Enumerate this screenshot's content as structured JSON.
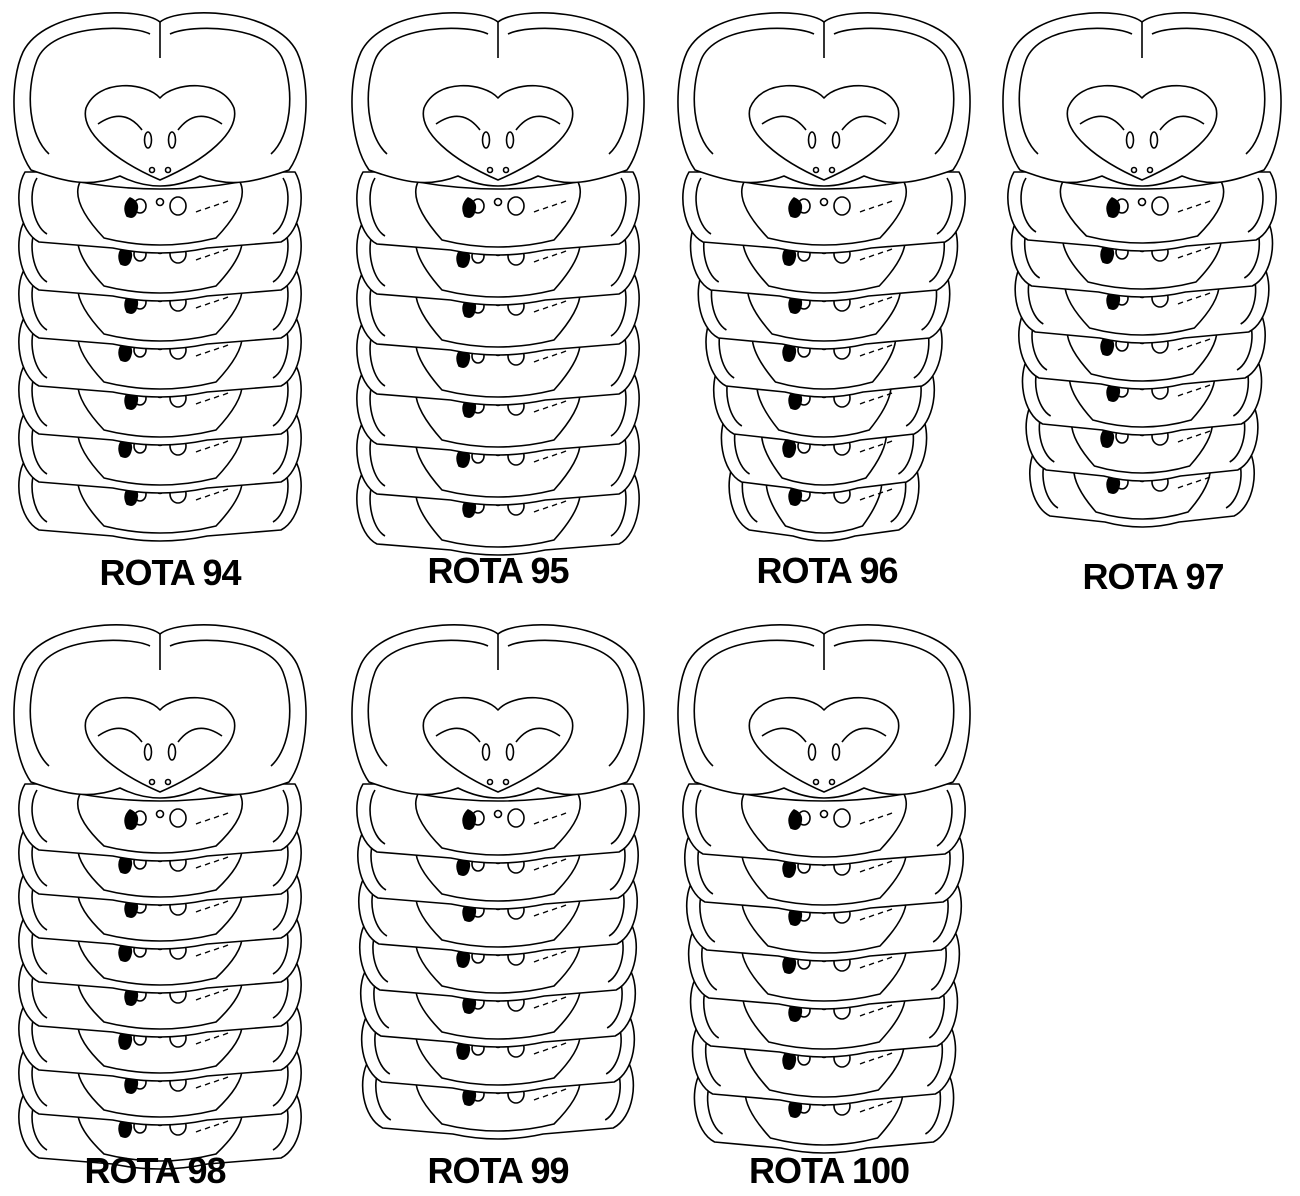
{
  "figure": {
    "panels": [
      {
        "label": "ROTA 94"
      },
      {
        "label": "ROTA 95"
      },
      {
        "label": "ROTA 96"
      },
      {
        "label": "ROTA 97"
      },
      {
        "label": "ROTA 98"
      },
      {
        "label": "ROTA 99"
      },
      {
        "label": "ROTA 100"
      }
    ]
  },
  "colors": {
    "ink": "#000000",
    "paper": "#ffffff",
    "lesion": "#000000"
  }
}
